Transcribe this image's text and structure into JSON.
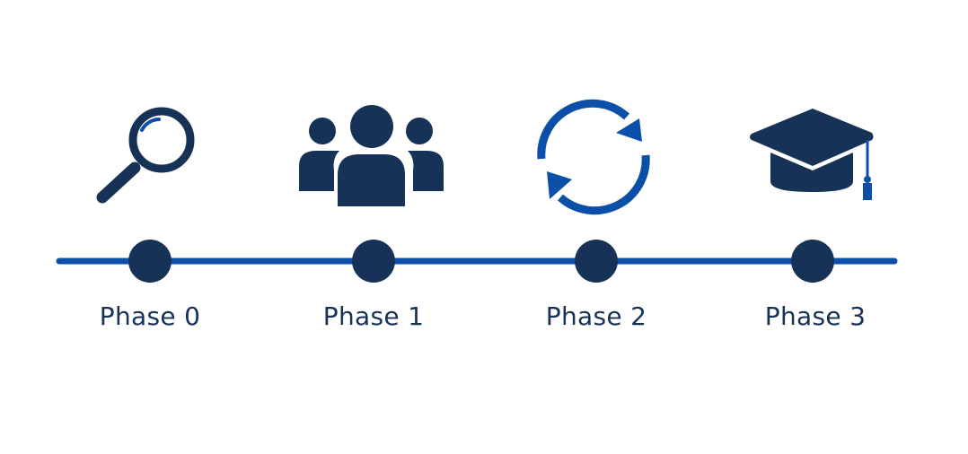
{
  "colors": {
    "navy": "#173257",
    "blue": "#0b4fa8",
    "background": "#ffffff"
  },
  "phases": [
    {
      "label": "Phase 0",
      "icon": "magnifying-glass-icon"
    },
    {
      "label": "Phase 1",
      "icon": "people-group-icon"
    },
    {
      "label": "Phase 2",
      "icon": "refresh-cycle-icon"
    },
    {
      "label": "Phase 3",
      "icon": "graduation-cap-icon"
    }
  ]
}
